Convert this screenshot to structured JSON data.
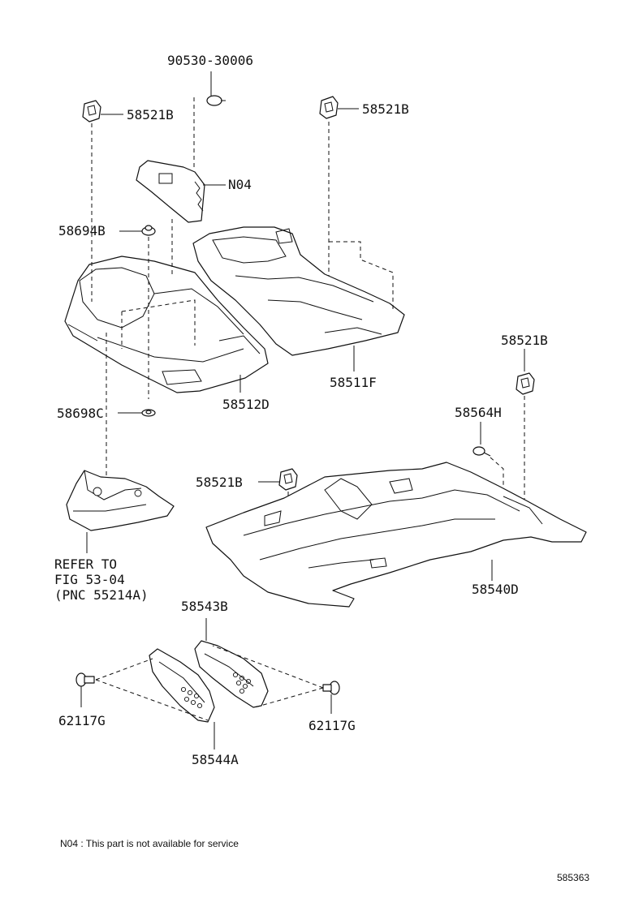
{
  "labels": {
    "n90530": "90530-30006",
    "clip_top_left": "58521B",
    "clip_top_right": "58521B",
    "n04": "N04",
    "n58694b": "58694B",
    "n58511f": "58511F",
    "n58512d": "58512D",
    "n58698c": "58698C",
    "clip_right": "58521B",
    "n58564h": "58564H",
    "clip_mid": "58521B",
    "n58540d": "58540D",
    "refer_line1": "REFER TO",
    "refer_line2": "FIG 53-04",
    "refer_line3": "(PNC 55214A)",
    "n58543b": "58543B",
    "n62117g_left": "62117G",
    "n62117g_right": "62117G",
    "n58544a": "58544A"
  },
  "footnote": "N04 : This part is not available for service",
  "figure_number": "585363"
}
